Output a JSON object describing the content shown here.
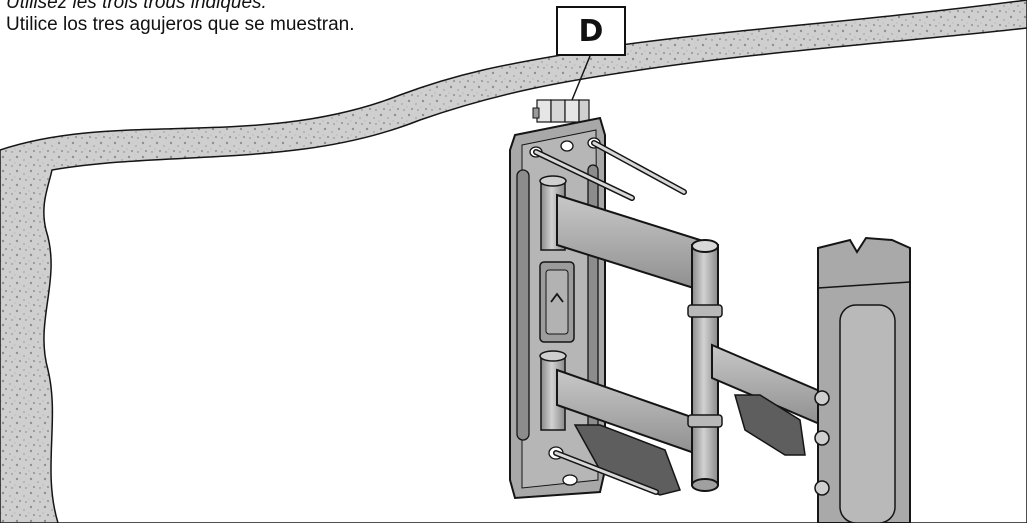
{
  "instructions": {
    "french": "Utilisez les trois trous indiqués.",
    "spanish": "Utilice los tres agujeros que se muestran."
  },
  "part_label": "D",
  "colors": {
    "wall_texture": "#c9c9c9",
    "metal": "#a3a3a3",
    "metal_light": "#c4c4c4",
    "metal_dark": "#6e6e6e",
    "outline": "#151515",
    "pad": "#5a5a5a"
  }
}
